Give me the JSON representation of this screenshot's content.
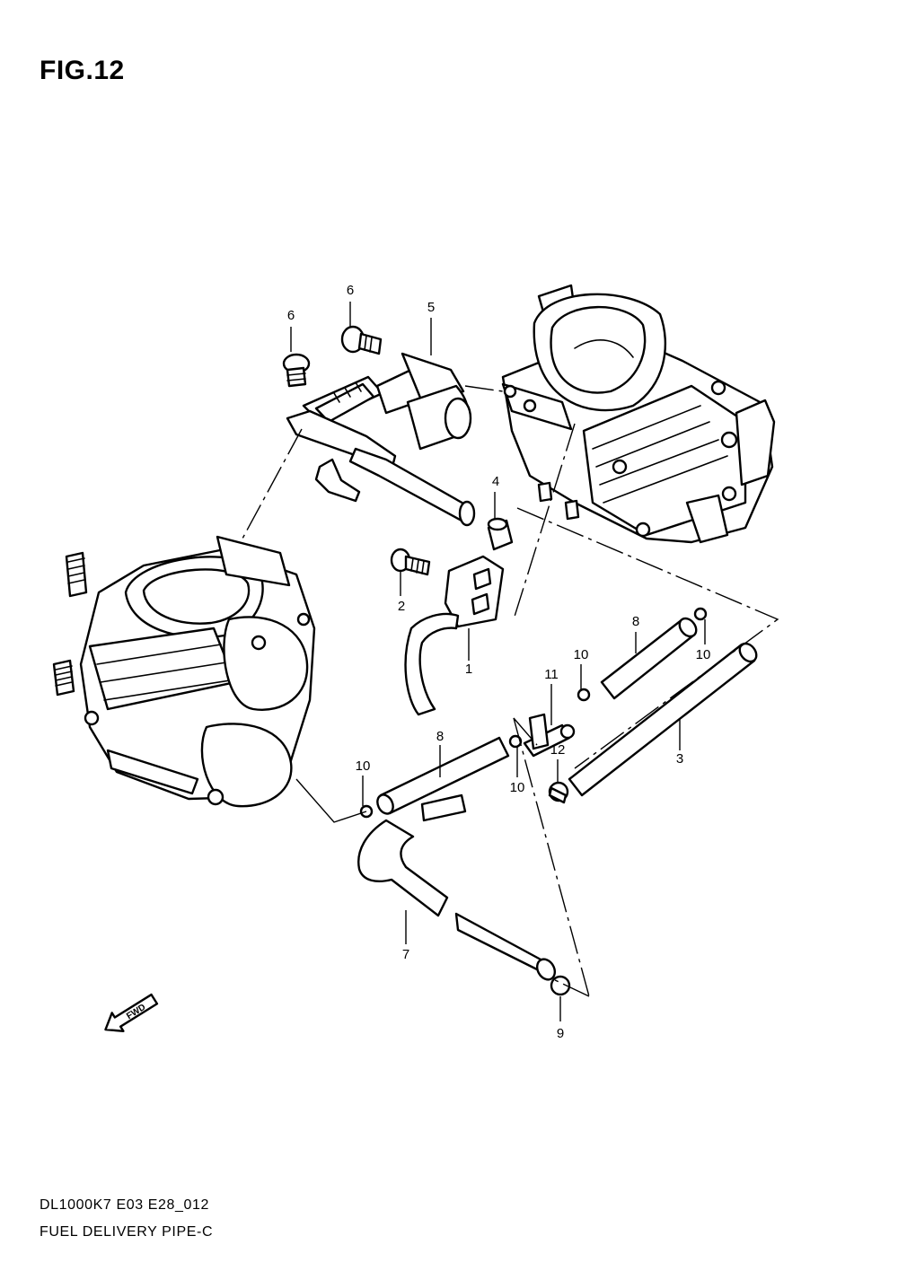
{
  "figure": {
    "title": "FIG.12",
    "model_code": "DL1000K7 E03 E28_012",
    "section_name": "FUEL DELIVERY PIPE-C",
    "fwd_label": "FWD"
  },
  "callouts": {
    "c6a": "6",
    "c6b": "6",
    "c5": "5",
    "c4": "4",
    "c2": "2",
    "c1": "1",
    "c8a": "8",
    "c10a": "10",
    "c10b": "10",
    "c11": "11",
    "c3": "3",
    "c8b": "8",
    "c10c": "10",
    "c10d": "10",
    "c12": "12",
    "c7": "7",
    "c9": "9"
  }
}
